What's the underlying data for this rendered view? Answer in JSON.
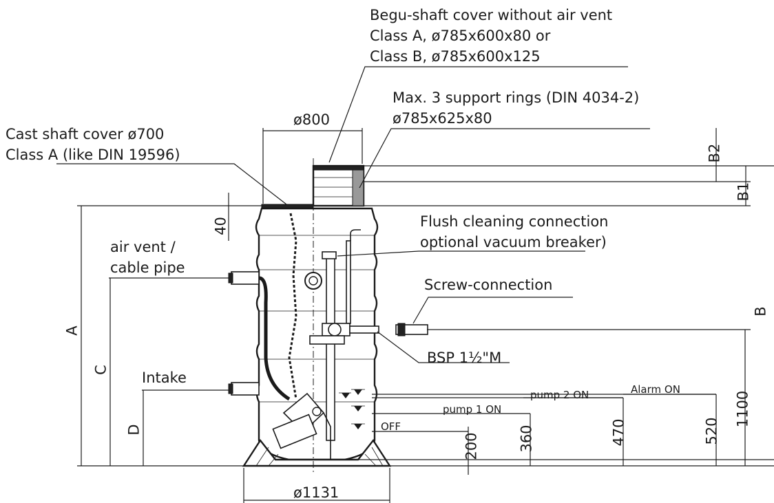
{
  "labels": {
    "begu_cover_line1": "Begu-shaft cover without air vent",
    "begu_cover_line2": "Class A, ø785x600x80 or",
    "begu_cover_line3": "Class B, ø785x600x125",
    "support_rings_line1": "Max. 3 support rings (DIN 4034-2)",
    "support_rings_line2": "ø785x625x80",
    "cast_cover_line1": "Cast shaft cover ø700",
    "cast_cover_line2": "Class A (like DIN 19596)",
    "flush_line1": "Flush cleaning connection",
    "flush_line2": "optional vacuum breaker)",
    "air_vent_line1": "air vent /",
    "air_vent_line2": "cable pipe",
    "screw_connection": "Screw-connection",
    "bsp": "BSP 1½\"M",
    "intake": "Intake",
    "pump2_on": "pump 2 ON",
    "pump1_on": "pump 1 ON",
    "alarm_on": "Alarm ON",
    "off": "OFF"
  },
  "dimensions": {
    "d800": "ø800",
    "d1131": "ø1131",
    "dim_40": "40",
    "dim_200": "200",
    "dim_360": "360",
    "dim_470": "470",
    "dim_520": "520",
    "dim_1100": "1100",
    "A": "A",
    "B": "B",
    "B1": "B1",
    "B2": "B2",
    "C": "C",
    "D": "D"
  }
}
